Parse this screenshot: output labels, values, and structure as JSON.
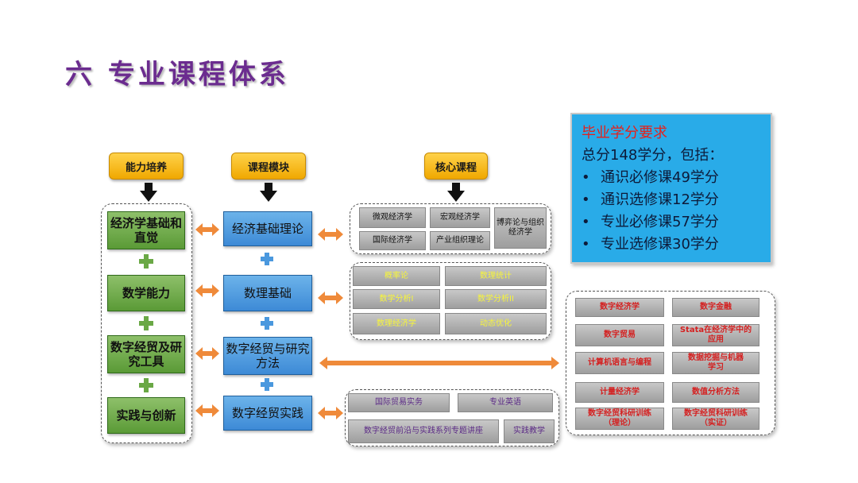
{
  "title": "六  专业课程体系",
  "headers": {
    "ability": "能力培养",
    "module": "课程模块",
    "core": "核心课程"
  },
  "abilities": [
    "经济学基础和直觉",
    "数学能力",
    "数字经贸及研究工具",
    "实践与创新"
  ],
  "modules": [
    "经济基础理论",
    "数理基础",
    "数字经贸与研究方法",
    "数字经贸实践"
  ],
  "core_group1": {
    "micro": "微观经济学",
    "macro": "宏观经济学",
    "game": "博弈论与组织经济学",
    "intl": "国际经济学",
    "industrial": "产业组织理论"
  },
  "core_group2": [
    "概率论",
    "数理统计",
    "数学分析I",
    "数学分析II",
    "数理经济学",
    "动态优化"
  ],
  "core_group3": {
    "trade": "数字经济学",
    "finance": "数字金融",
    "dtrade": "数字贸易",
    "stata": "Stata在经济学中的应用",
    "prog": "计算机语言与编程",
    "mining": "数据挖掘与机器学习",
    "econometrics": "计量经济学",
    "numeric": "数值分析方法",
    "train1": "数字经贸科研训练（理论）",
    "train2": "数字经贸科研训练（实证）"
  },
  "core_group4": {
    "practice": "国际贸易实务",
    "english": "专业英语",
    "lecture": "数字经贸前沿与实践系列专题讲座",
    "teaching": "实践教学"
  },
  "requirements": {
    "title": "毕业学分要求",
    "total": "总分148学分，包括：",
    "items": [
      "通识必修课49学分",
      "通识选修课12学分",
      "专业必修课57学分",
      "专业选修课30学分"
    ],
    "bullet": "•"
  },
  "colors": {
    "title": "#6b2c8f",
    "green": "#6aa845",
    "blue": "#4a98de",
    "orange": "#ef8a3a",
    "info": "#29abe8"
  }
}
